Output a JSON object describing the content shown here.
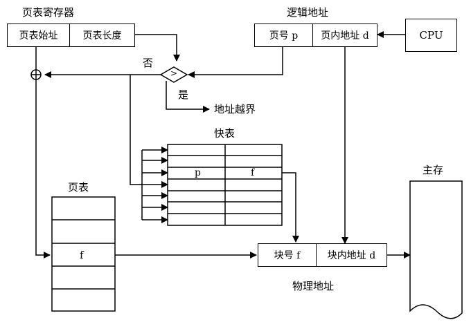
{
  "page_register": {
    "title": "页表寄存器",
    "start_field": "页表始址",
    "length_field": "页表长度"
  },
  "logical_address": {
    "title": "逻辑地址",
    "page_no": "页号 p",
    "offset": "页内地址 d"
  },
  "cpu": {
    "label": "CPU"
  },
  "compare": {
    "symbol": ">",
    "no_label": "否",
    "yes_label": "是",
    "overflow_label": "地址越界"
  },
  "tlb": {
    "title": "快表",
    "p_entry": "p",
    "f_entry": "f"
  },
  "page_table": {
    "title": "页表",
    "f_entry": "f"
  },
  "physical_address": {
    "title": "物理地址",
    "block_no": "块号 f",
    "offset": "块内地址 d"
  },
  "main_memory": {
    "title": "主存"
  },
  "colors": {
    "line": "#000000",
    "background": "#ffffff"
  }
}
